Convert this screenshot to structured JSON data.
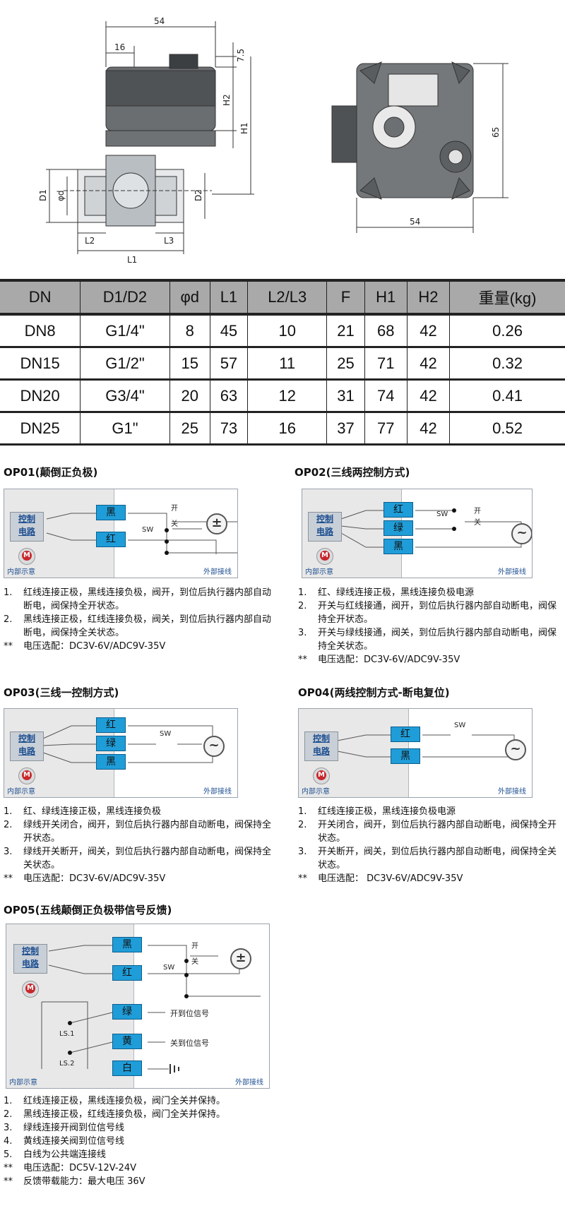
{
  "drawing": {
    "dims": {
      "w54_top": "54",
      "d16": "16",
      "d7_5": "7.5",
      "h2": "H2",
      "h1": "H1",
      "d1": "D1",
      "phid": "φd",
      "d2": "D2",
      "l2": "L2",
      "l3": "L3",
      "l1": "L1",
      "w54_side": "54",
      "h65": "65"
    }
  },
  "table": {
    "headers": [
      "DN",
      "D1/D2",
      "φd",
      "L1",
      "L2/L3",
      "F",
      "H1",
      "H2",
      "重量(kg)"
    ],
    "rows": [
      [
        "DN8",
        "G1/4\"",
        "8",
        "45",
        "10",
        "21",
        "68",
        "42",
        "0.26"
      ],
      [
        "DN15",
        "G1/2\"",
        "15",
        "57",
        "11",
        "25",
        "71",
        "42",
        "0.32"
      ],
      [
        "DN20",
        "G3/4\"",
        "20",
        "63",
        "12",
        "31",
        "74",
        "42",
        "0.41"
      ],
      [
        "DN25",
        "G1\"",
        "25",
        "73",
        "16",
        "37",
        "77",
        "42",
        "0.52"
      ]
    ]
  },
  "common": {
    "ctrl_a": "控制",
    "ctrl_b": "电路",
    "motor": "M",
    "inner": "内部示意",
    "outer": "外部接线",
    "sw": "SW",
    "on": "开",
    "off": "关",
    "plus": "±",
    "ac": "~"
  },
  "op01": {
    "title": "OP01(颠倒正负极)",
    "wires": [
      "黑",
      "红"
    ],
    "notes": [
      {
        "n": "1.",
        "text": "红线连接正极，黑线连接负极，阀开，到位后执行器内部自动断电，阀保持全开状态。"
      },
      {
        "n": "2.",
        "text": "黑线连接正极，红线连接负极，阀关，到位后执行器内部自动断电，阀保持全关状态。"
      },
      {
        "n": "**",
        "text": "电压选配：DC3V-6V/ADC9V-35V"
      }
    ]
  },
  "op02": {
    "title": "OP02(三线两控制方式)",
    "wires": [
      "红",
      "绿",
      "黑"
    ],
    "notes": [
      {
        "n": "1.",
        "text": "红、绿线连接正极，黑线连接负极电源"
      },
      {
        "n": "2.",
        "text": "开关与红线接通，阀开，到位后执行器内部自动断电，阀保持全开状态。"
      },
      {
        "n": "3.",
        "text": "开关与绿线接通，阀关，到位后执行器内部自动断电，阀保持全关状态。"
      },
      {
        "n": "**",
        "text": "电压选配：DC3V-6V/ADC9V-35V"
      }
    ]
  },
  "op03": {
    "title": "OP03(三线一控制方式)",
    "wires": [
      "红",
      "绿",
      "黑"
    ],
    "notes": [
      {
        "n": "1.",
        "text": "红、绿线连接正极，黑线连接负极"
      },
      {
        "n": "2.",
        "text": "绿线开关闭合，阀开，到位后执行器内部自动断电，阀保持全开状态。"
      },
      {
        "n": "3.",
        "text": "绿线开关断开，阀关，到位后执行器内部自动断电，阀保持全关状态。"
      },
      {
        "n": "**",
        "text": "电压选配：DC3V-6V/ADC9V-35V"
      }
    ]
  },
  "op04": {
    "title": "OP04(两线控制方式-断电复位)",
    "wires": [
      "红",
      "黑"
    ],
    "notes": [
      {
        "n": "1.",
        "text": "红线连接正极，黑线连接负极电源"
      },
      {
        "n": "2.",
        "text": "开关闭合，阀开，到位后执行器内部自动断电，阀保持全开状态。"
      },
      {
        "n": "3.",
        "text": "开关断开，阀关，到位后执行器内部自动断电，阀保持全关状态。"
      },
      {
        "n": "**",
        "text": "电压选配： DC3V-6V/ADC9V-35V"
      }
    ]
  },
  "op05": {
    "title": "OP05(五线颠倒正负极带信号反馈)",
    "wires": [
      "黑",
      "红",
      "绿",
      "黄",
      "白"
    ],
    "ls1": "LS.1",
    "ls2": "LS.2",
    "sig_open": "开到位信号",
    "sig_close": "关到位信号",
    "notes": [
      {
        "n": "1.",
        "text": "红线连接正极，黑线连接负极，阀门全关并保持。"
      },
      {
        "n": "2.",
        "text": "黑线连接正极，红线连接负极，阀门全关并保持。"
      },
      {
        "n": "3.",
        "text": "绿线连接开阀到位信号线"
      },
      {
        "n": "4.",
        "text": "黄线连接关阀到位信号线"
      },
      {
        "n": "5.",
        "text": "白线为公共端连接线"
      },
      {
        "n": "**",
        "text": "电压选配：DC5V-12V-24V"
      },
      {
        "n": "**",
        "text": "反馈带载能力：最大电压 36V"
      }
    ]
  }
}
